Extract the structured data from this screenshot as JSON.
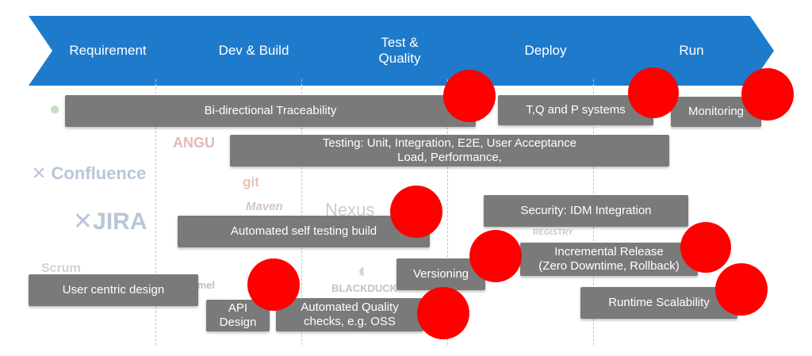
{
  "phases": [
    {
      "label": "Requirement"
    },
    {
      "label": "Dev & Build"
    },
    {
      "label": "Test & Quality"
    },
    {
      "label": "Deploy"
    },
    {
      "label": "Run"
    }
  ],
  "logos": {
    "confluence": "Confluence",
    "jira": "JIRA",
    "scrum": "Scrum",
    "angular": "ANGU",
    "git": "git",
    "maven": "Maven",
    "nexus": "Nexus",
    "blackduck": "BLACKDUCK",
    "registry": "REGISTRY",
    "camel": "Camel"
  },
  "boxes": {
    "traceability": "Bi-directional Traceability",
    "tqp_systems": "T,Q and P systems",
    "monitoring": "Monitoring",
    "testing": "Testing: Unit, Integration, E2E, User Acceptance\nLoad, Performance,",
    "security": "Security: IDM Integration",
    "self_testing": "Automated self testing build",
    "incremental_release": "Incremental Release\n(Zero Downtime, Rollback)",
    "versioning": "Versioning",
    "user_centric": "User centric design",
    "api_design": "API\nDesign",
    "quality_checks": "Automated Quality\nchecks, e.g. OSS",
    "runtime_scalability": "Runtime Scalability"
  },
  "colors": {
    "arrow": "#1e7bcc",
    "box": "#7a7a7a",
    "marker": "#ff0000"
  }
}
